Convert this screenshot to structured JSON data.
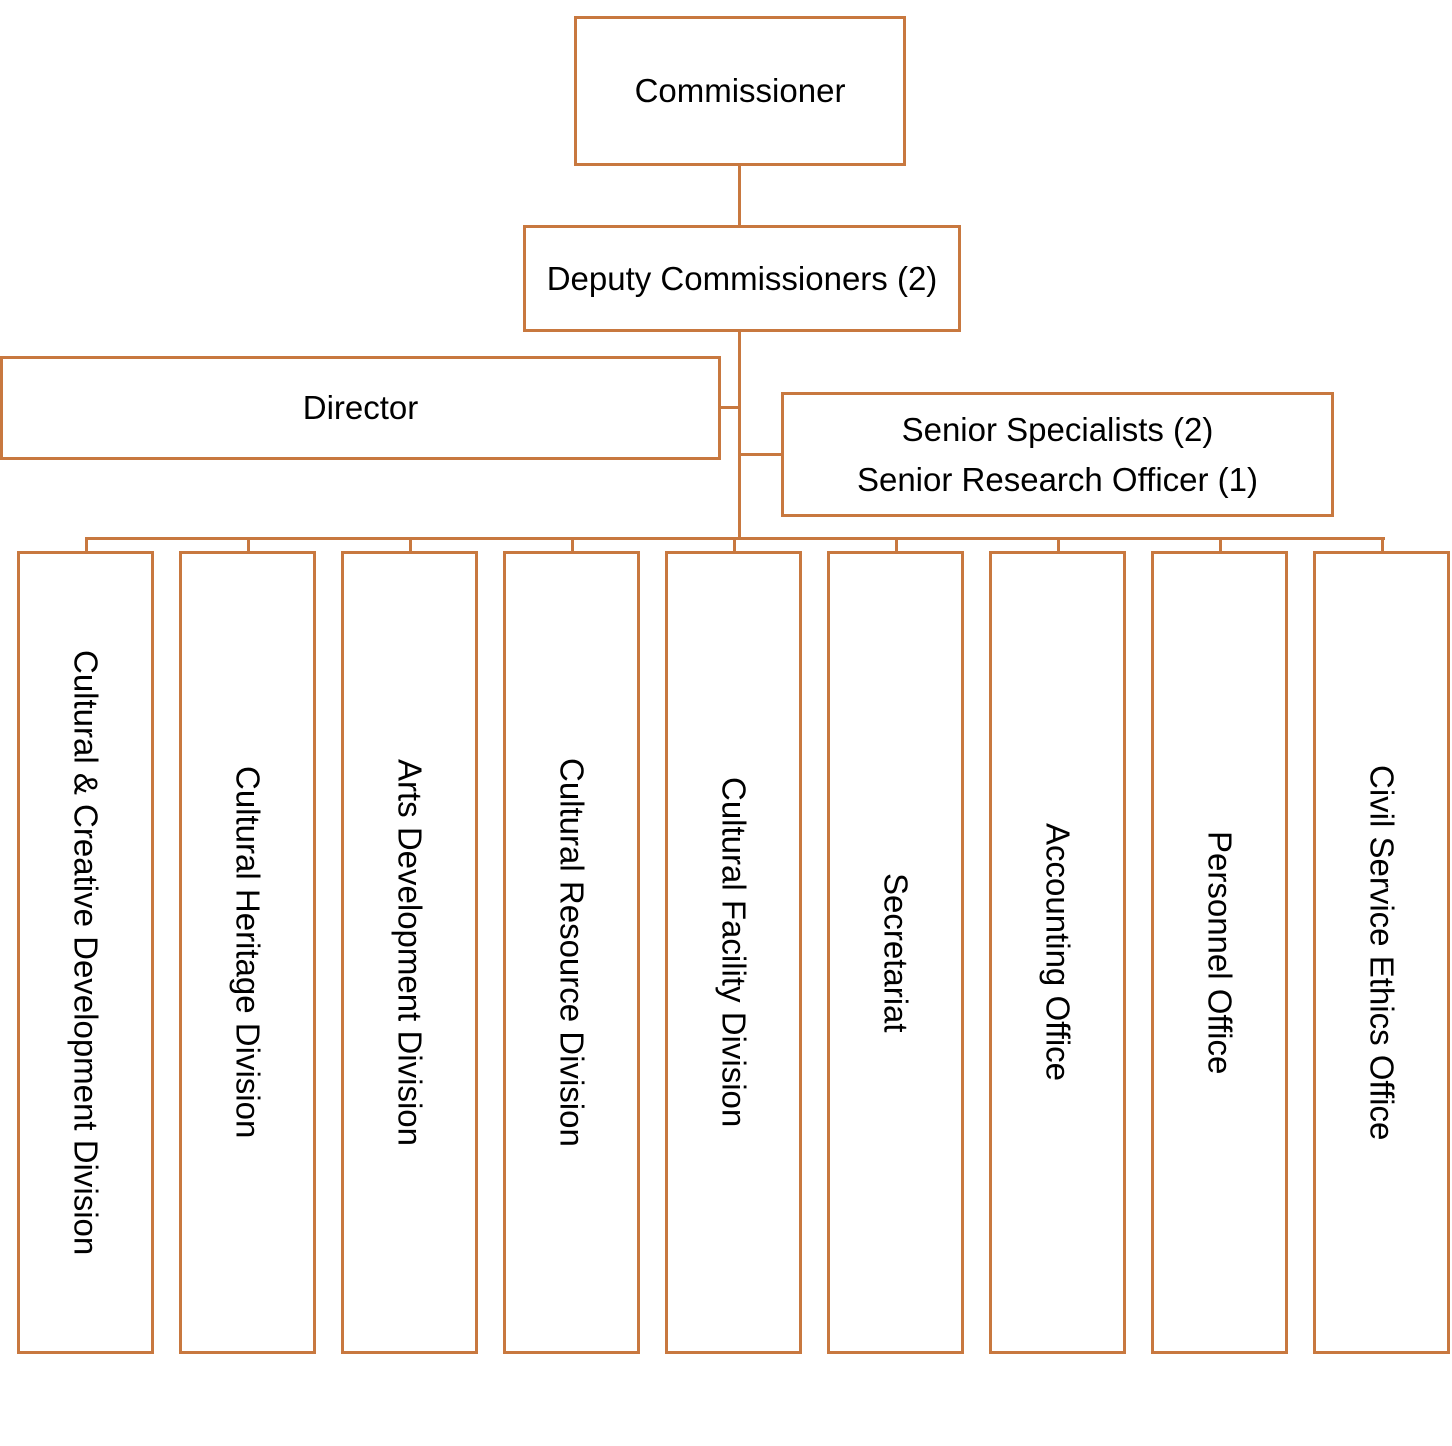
{
  "org_chart": {
    "commissioner": "Commissioner",
    "deputy": "Deputy Commissioners (2)",
    "director": "Director",
    "senior_staff": [
      "Senior Specialists (2)",
      "Senior Research Officer (1)"
    ],
    "units": [
      "Cultural & Creative Development Division",
      "Cultural Heritage Division",
      "Arts Development Division",
      "Cultural Resource Division",
      "Cultural Facility Division",
      "Secretariat",
      "Accounting Office",
      "Personnel Office",
      "Civil Service Ethics Office"
    ]
  },
  "colors": {
    "border": "#c8783f",
    "background": "#ffffff",
    "text": "#000000"
  }
}
